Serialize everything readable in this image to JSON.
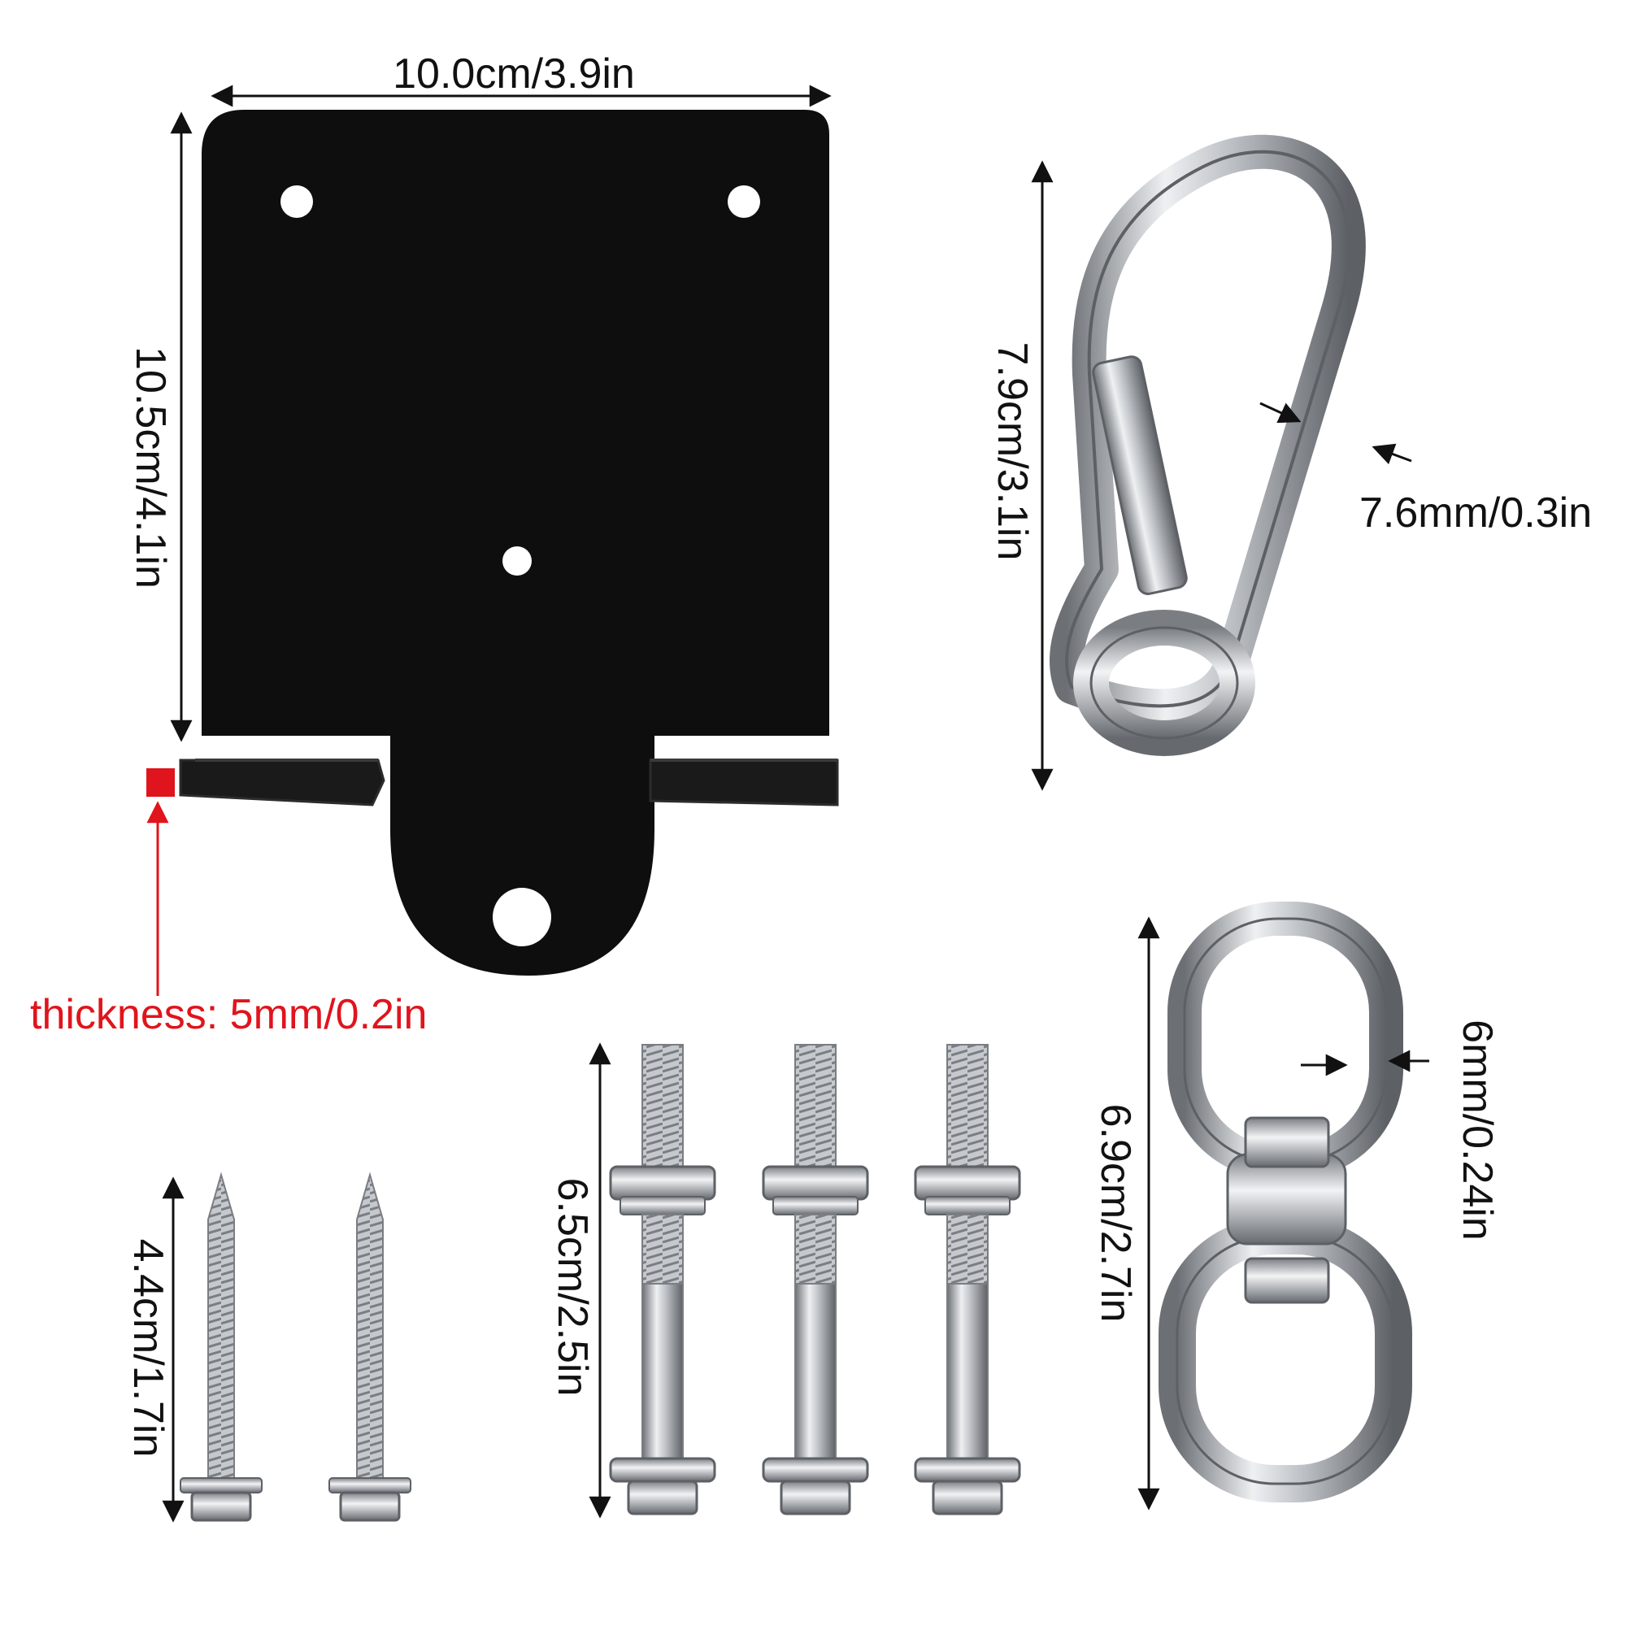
{
  "colors": {
    "background": "#ffffff",
    "plate": "#0e0e0e",
    "dimension_line": "#111111",
    "thickness_accent": "#e0141c",
    "steel_light": "#eef0f2",
    "steel_mid": "#b9bdc2",
    "steel_dark": "#6c7075"
  },
  "labels": {
    "plate_width": "10.0cm/3.9in",
    "plate_height": "10.5cm/4.1in",
    "thickness": "thickness: 5mm/0.2in",
    "carabiner_length": "7.9cm/3.1in",
    "carabiner_wire": "7.6mm/0.3in",
    "swivel_length": "6.9cm/2.7in",
    "swivel_wire": "6mm/0.24in",
    "bolt_length": "6.5cm/2.5in",
    "screw_length": "4.4cm/1.7in"
  },
  "parts": {
    "plate_icon": "mounting-plate",
    "carabiner_icon": "spring-snap-carabiner",
    "swivel_icon": "double-eye-swivel",
    "bolt_icon": "hex-bolt-with-nut",
    "screw_icon": "hex-head-lag-screw",
    "bolt_count": 3,
    "screw_count": 2
  }
}
